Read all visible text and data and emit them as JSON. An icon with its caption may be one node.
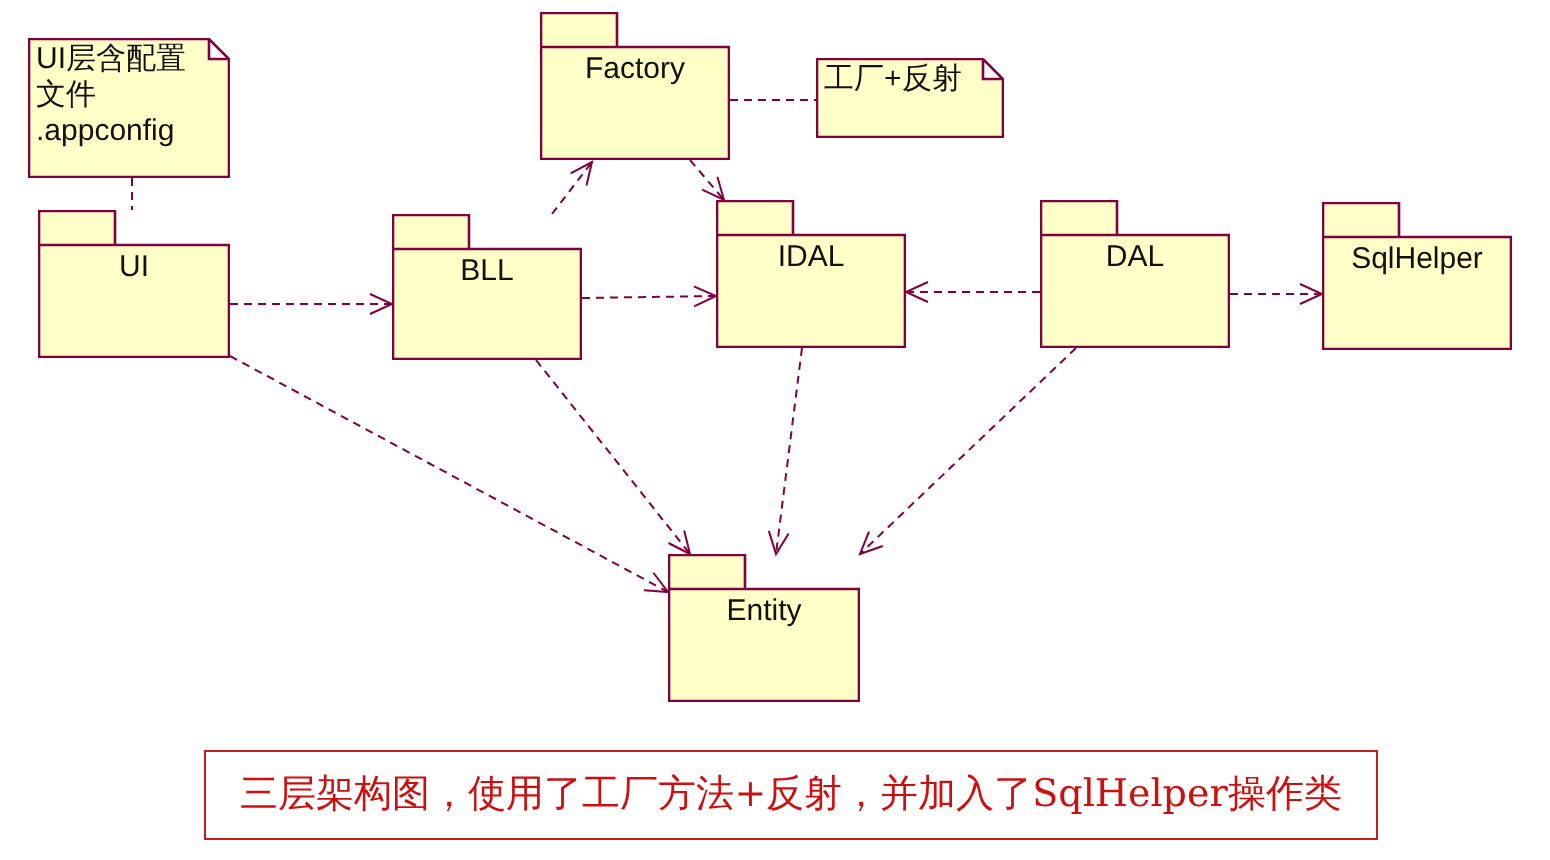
{
  "diagram": {
    "caption": "三层架构图，使用了工厂方法+反射，并加入了SqlHelper操作类",
    "nodes": [
      {
        "text": [
          "UI层含配置文件 .appconfig"
        ]
      },
      {
        "text": [
          "UI"
        ]
      },
      {
        "text": [
          "BLL"
        ]
      },
      {
        "text": [
          "Factory"
        ]
      },
      {
        "text": [
          "工厂+反射"
        ]
      },
      {
        "text": [
          "IDAL"
        ]
      },
      {
        "text": [
          "DAL"
        ]
      },
      {
        "text": [
          "SqlHelper"
        ]
      },
      {
        "text": [
          "Entity"
        ]
      }
    ],
    "edges": [
      {
        "from": 0,
        "to": 1,
        "arrow": "none"
      },
      {
        "from": 1,
        "to": 2,
        "arrow": "to"
      },
      {
        "from": 2,
        "to": 3,
        "arrow": "to"
      },
      {
        "from": 3,
        "to": 4,
        "arrow": "none"
      },
      {
        "from": 3,
        "to": 5,
        "arrow": "to"
      },
      {
        "from": 2,
        "to": 5,
        "arrow": "to"
      },
      {
        "from": 6,
        "to": 5,
        "arrow": "to"
      },
      {
        "from": 6,
        "to": 7,
        "arrow": "to"
      },
      {
        "from": 1,
        "to": 8,
        "arrow": "to"
      },
      {
        "from": 2,
        "to": 8,
        "arrow": "to"
      },
      {
        "from": 5,
        "to": 8,
        "arrow": "to"
      },
      {
        "from": 6,
        "to": 8,
        "arrow": "to"
      }
    ]
  }
}
